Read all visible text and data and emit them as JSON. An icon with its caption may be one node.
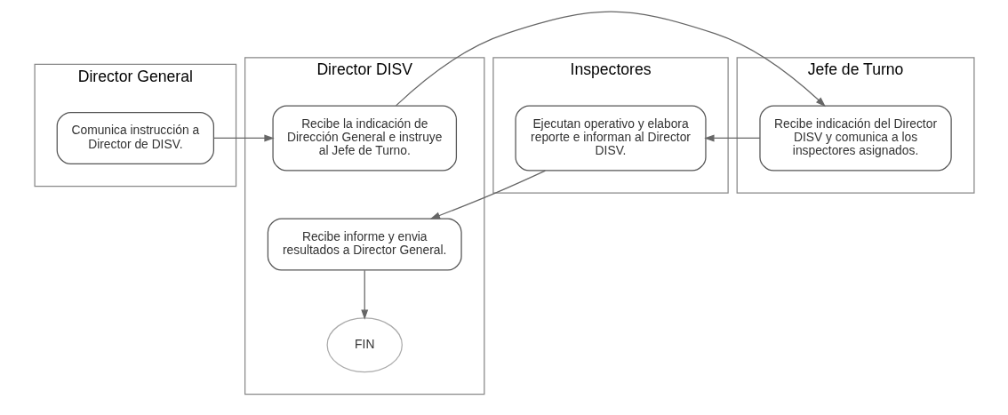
{
  "diagram": {
    "nodes": [
      {
        "text": [
          "Director General"
        ]
      },
      {
        "text": [
          "Comunica instrucción a Director de DISV."
        ],
        "in": 0
      },
      {
        "text": [
          "Director DISV"
        ]
      },
      {
        "text": [
          "Recibe la indicación de Dirección General e instruye al Jefe de Turno."
        ],
        "in": 2
      },
      {
        "text": [
          "Recibe informe y envia resultados a Director General."
        ],
        "in": 2
      },
      {
        "text": [
          "FIN"
        ],
        "in": 2
      },
      {
        "text": [
          "Jefe de Turno"
        ]
      },
      {
        "text": [
          "Recibe indicación del Director DISV y comunica a los inspectores asignados."
        ],
        "in": 6
      },
      {
        "text": [
          "Inspectores"
        ]
      },
      {
        "text": [
          "Ejecutan operativo y elabora reporte e informan al Director DISV."
        ],
        "in": 8
      }
    ],
    "edges": [
      {
        "from": 1,
        "to": 3,
        "arrow": "to"
      },
      {
        "from": 3,
        "to": 7,
        "arrow": "to"
      },
      {
        "from": 7,
        "to": 9,
        "arrow": "to"
      },
      {
        "from": 9,
        "to": 4,
        "arrow": "to"
      },
      {
        "from": 4,
        "to": 5,
        "arrow": "to"
      }
    ]
  }
}
